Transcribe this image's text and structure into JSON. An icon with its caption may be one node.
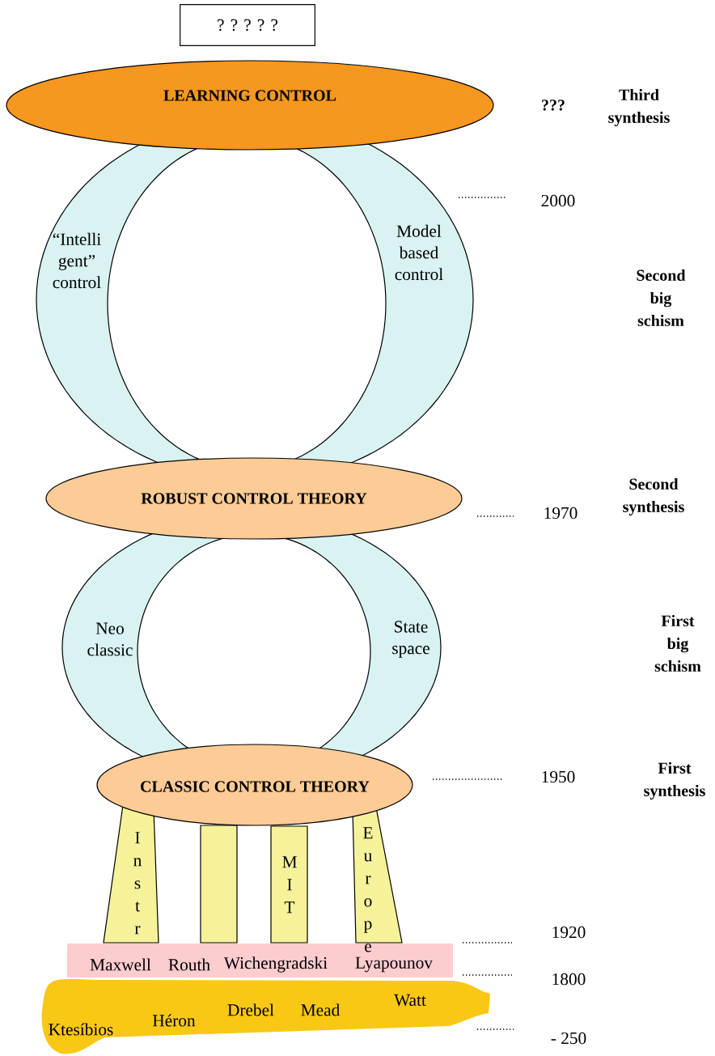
{
  "diagram": {
    "nodes": [
      {
        "text": [
          "? ? ? ? ?"
        ]
      },
      {
        "text": [
          "LEARNING CONTROL"
        ]
      },
      {
        "text": [
          "“Intelli gent” control"
        ]
      },
      {
        "text": [
          "Model based control"
        ]
      },
      {
        "text": [
          "ROBUST CONTROL THEORY"
        ]
      },
      {
        "text": [
          "Neo classic"
        ]
      },
      {
        "text": [
          "State space"
        ]
      },
      {
        "text": [
          "CLASSIC CONTROL THEORY"
        ]
      },
      {
        "text": [
          "Instr"
        ]
      },
      {
        "text": [],
        "shape": "bar"
      },
      {
        "text": [
          "MIT"
        ]
      },
      {
        "text": [
          "Europe"
        ]
      },
      {
        "text": [
          "Maxwell",
          "Routh",
          "Wichengradski",
          "Lyapounov"
        ]
      },
      {
        "text": [
          "Ktesíbios",
          "Héron",
          "Drebel",
          "Mead",
          "Watt"
        ]
      }
    ],
    "labels": [
      "???",
      "Third synthesis",
      "2000",
      "Second big schism",
      "Second synthesis",
      "1970",
      "First big schism",
      "1950",
      "First synthesis",
      "1920",
      "1800",
      "- 250"
    ]
  }
}
